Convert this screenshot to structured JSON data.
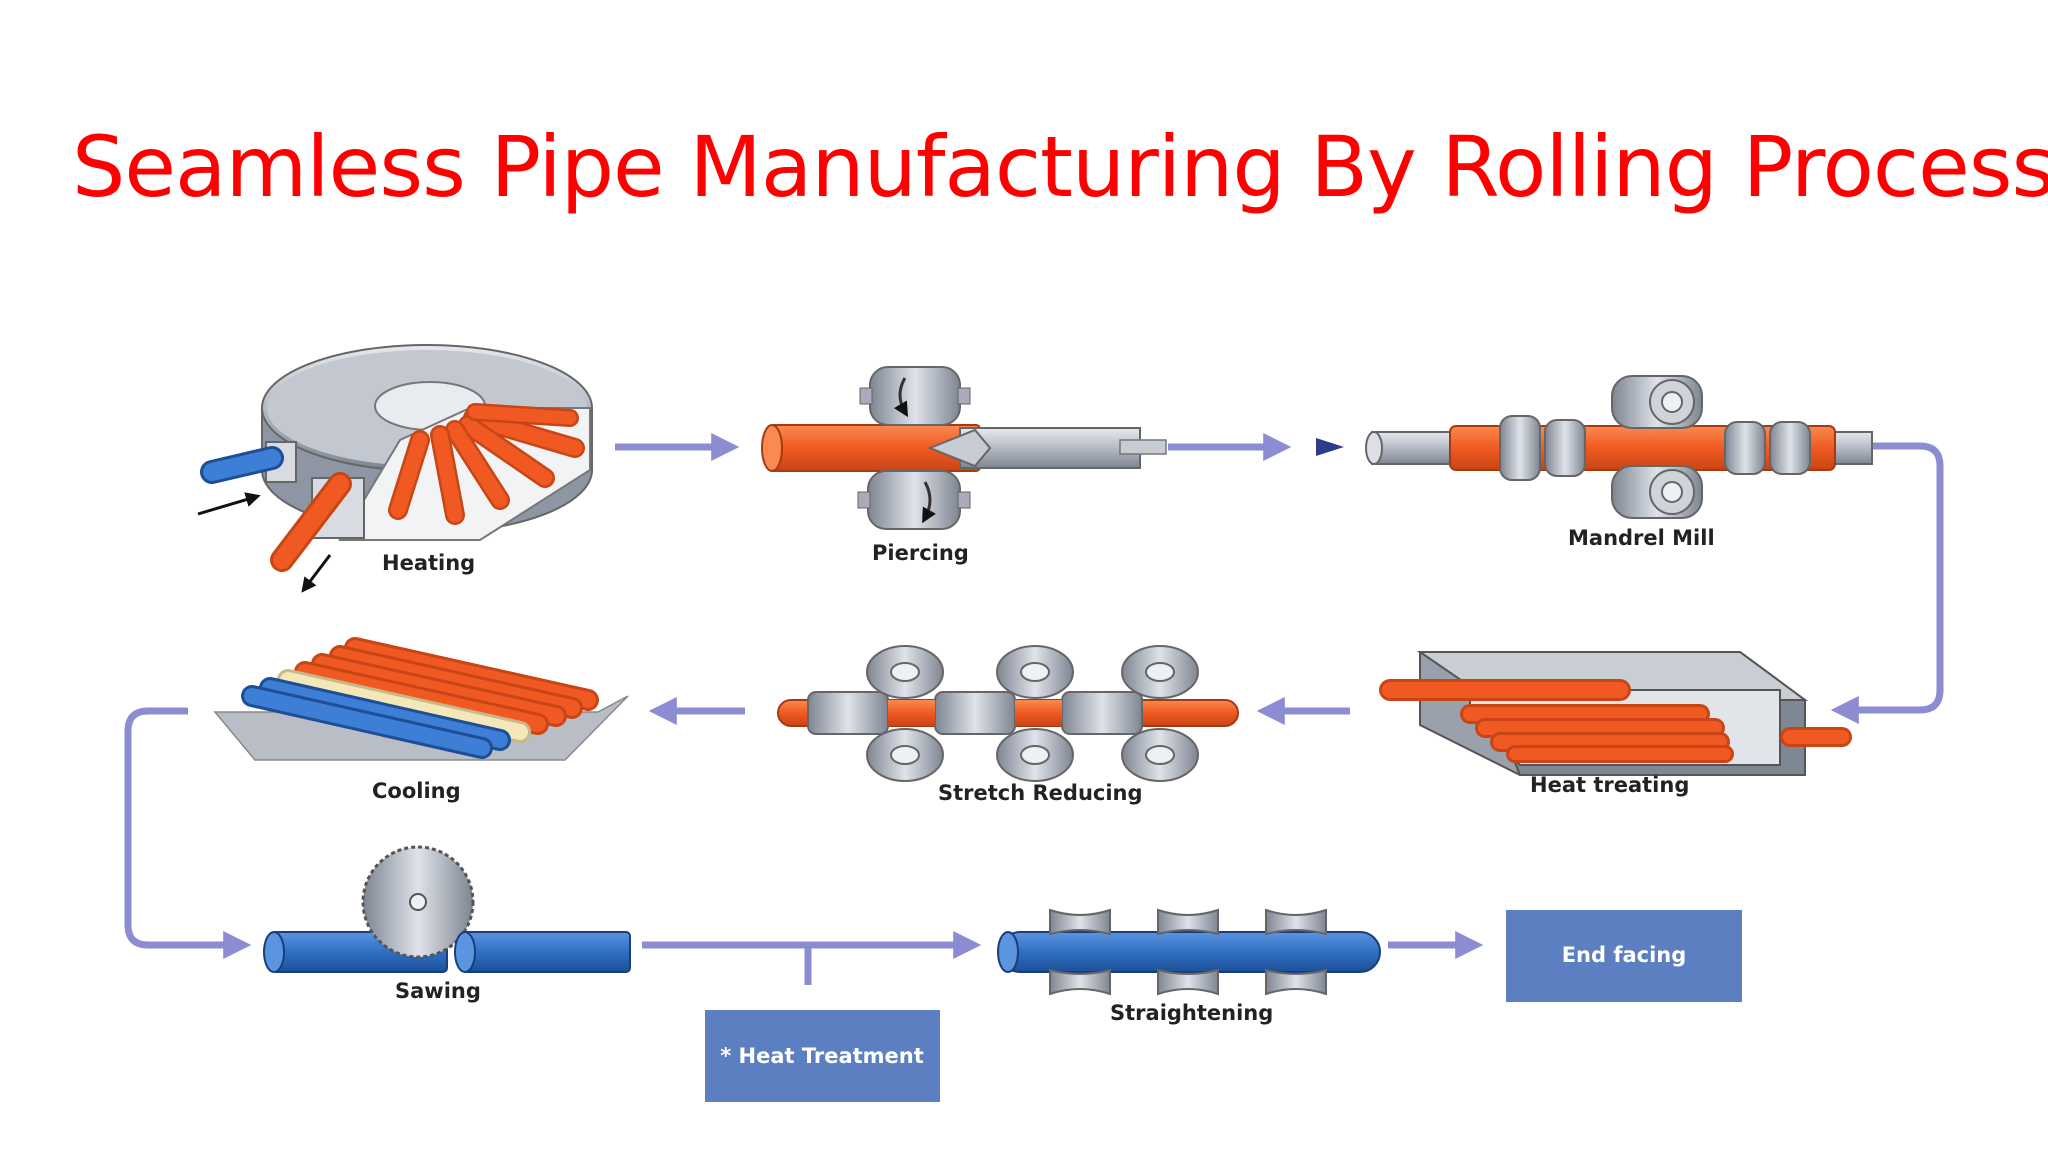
{
  "slide": {
    "title": "Seamless Pipe Manufacturing By Rolling Process",
    "colors": {
      "title": "#ff0000",
      "pipe_hot": "#f05a22",
      "pipe_cold": "#2f6fc4",
      "arrow": "#8c8cd2",
      "box": "#5b7fc0",
      "steel": "#b9bfc9"
    }
  },
  "steps": {
    "heating": "Heating",
    "piercing": "Piercing",
    "mandrel_mill": "Mandrel Mill",
    "heat_treating": "Heat treating",
    "stretch_reducing": "Stretch Reducing",
    "cooling": "Cooling",
    "sawing": "Sawing",
    "straightening": "Straightening"
  },
  "boxes": {
    "heat_treatment": "* Heat Treatment",
    "end_facing": "End facing"
  }
}
